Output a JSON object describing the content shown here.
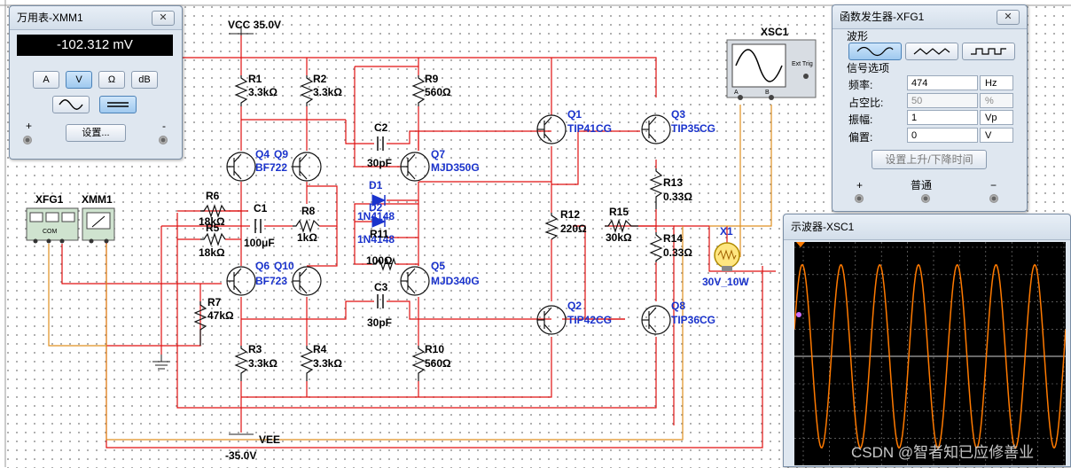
{
  "multimeter": {
    "title": "万用表-XMM1",
    "close": "✕",
    "reading": "-102.312 mV",
    "mode_buttons": [
      "A",
      "V",
      "Ω",
      "dB"
    ],
    "active_mode": "V",
    "coupling_active": "dc",
    "settings_label": "设置...",
    "plus": "+",
    "minus": "-"
  },
  "function_generator": {
    "title": "函数发生器-XFG1",
    "close": "✕",
    "waveform_group": "波形",
    "selected_waveform": "sine",
    "signal_group": "信号选项",
    "rows": [
      {
        "label": "频率:",
        "value": "474",
        "unit": "Hz",
        "enabled": true
      },
      {
        "label": "占空比:",
        "value": "50",
        "unit": "%",
        "enabled": false
      },
      {
        "label": "振幅:",
        "value": "1",
        "unit": "Vp",
        "enabled": true
      },
      {
        "label": "偏置:",
        "value": "0",
        "unit": "V",
        "enabled": true
      }
    ],
    "rise_fall_button": "设置上升/下降时间",
    "plus": "+",
    "common": "普通",
    "minus": "−"
  },
  "oscilloscope": {
    "title": "示波器-XSC1",
    "waveform": {
      "cycles_visible": 7,
      "amplitude_fraction": 0.41
    }
  },
  "watermark": "CSDN @智者知已应修善业",
  "schematic": {
    "supply_top": "VCC  35.0V",
    "supply_bottom": "VEE",
    "supply_bottom_value": "-35.0V",
    "xsc1": "XSC1",
    "xsc1_ext_trig": "Ext Trig",
    "xsc1_a": "A",
    "xsc1_b": "B",
    "xfg1": "XFG1",
    "xfg1_com": "COM",
    "xmm1": "XMM1",
    "parts": [
      {
        "ref": "R1",
        "value": "3.3kΩ"
      },
      {
        "ref": "R2",
        "value": "3.3kΩ"
      },
      {
        "ref": "R9",
        "value": "560Ω"
      },
      {
        "ref": "C2",
        "value": "30pF"
      },
      {
        "ref": "Q4",
        "alt": "Q9",
        "value": "BF722"
      },
      {
        "ref": "Q7",
        "value": "MJD350G"
      },
      {
        "ref": "D1",
        "value": "1N4148"
      },
      {
        "ref": "D2",
        "value": "1N4148"
      },
      {
        "ref": "R6",
        "value": "18kΩ"
      },
      {
        "ref": "C1",
        "value": "100μF"
      },
      {
        "ref": "R8",
        "value": "1kΩ"
      },
      {
        "ref": "R5",
        "value": "18kΩ"
      },
      {
        "ref": "R11",
        "value": "100Ω"
      },
      {
        "ref": "Q6",
        "alt": "Q10",
        "value": "BF723"
      },
      {
        "ref": "Q5",
        "value": "MJD340G"
      },
      {
        "ref": "R7",
        "value": "47kΩ"
      },
      {
        "ref": "C3",
        "value": "30pF"
      },
      {
        "ref": "R3",
        "value": "3.3kΩ"
      },
      {
        "ref": "R4",
        "value": "3.3kΩ"
      },
      {
        "ref": "R10",
        "value": "560Ω"
      },
      {
        "ref": "Q1",
        "value": "TIP41CG"
      },
      {
        "ref": "Q3",
        "value": "TIP35CG"
      },
      {
        "ref": "R13",
        "value": "0.33Ω"
      },
      {
        "ref": "R12",
        "value": "220Ω"
      },
      {
        "ref": "R15",
        "value": "30kΩ"
      },
      {
        "ref": "R14",
        "value": "0.33Ω"
      },
      {
        "ref": "X1",
        "value": "30V_10W"
      },
      {
        "ref": "Q2",
        "value": "TIP42CG"
      },
      {
        "ref": "Q8",
        "value": "TIP36CG"
      }
    ]
  },
  "colors": {
    "wire": "#e01010",
    "probe_wire": "#e09020",
    "label_blue": "#1a33cc",
    "trace": "#ff7a00",
    "panel_bg": "#dfe7f0"
  }
}
